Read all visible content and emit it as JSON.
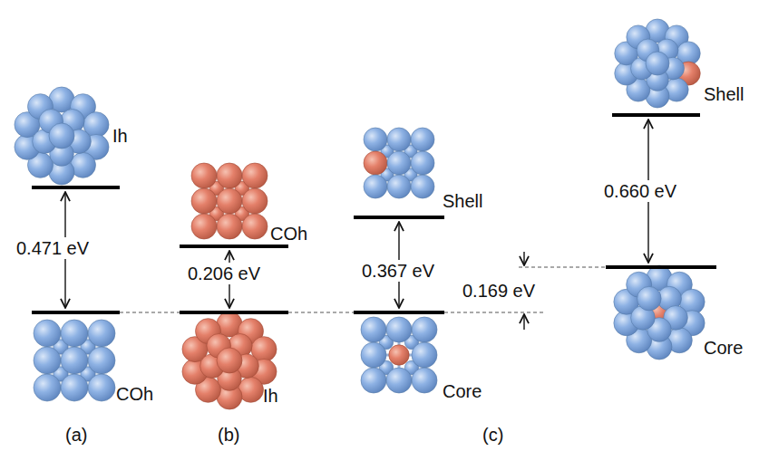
{
  "diagram": {
    "labels": [
      "Ih",
      "COh",
      "Shell",
      "Shell",
      "0.471 eV",
      "0.206 eV",
      "0.367 eV",
      "0.660 eV",
      "0.169 eV",
      "COh",
      "Ih",
      "Core",
      "Core",
      "(a)",
      "(b)",
      "(c)"
    ]
  }
}
